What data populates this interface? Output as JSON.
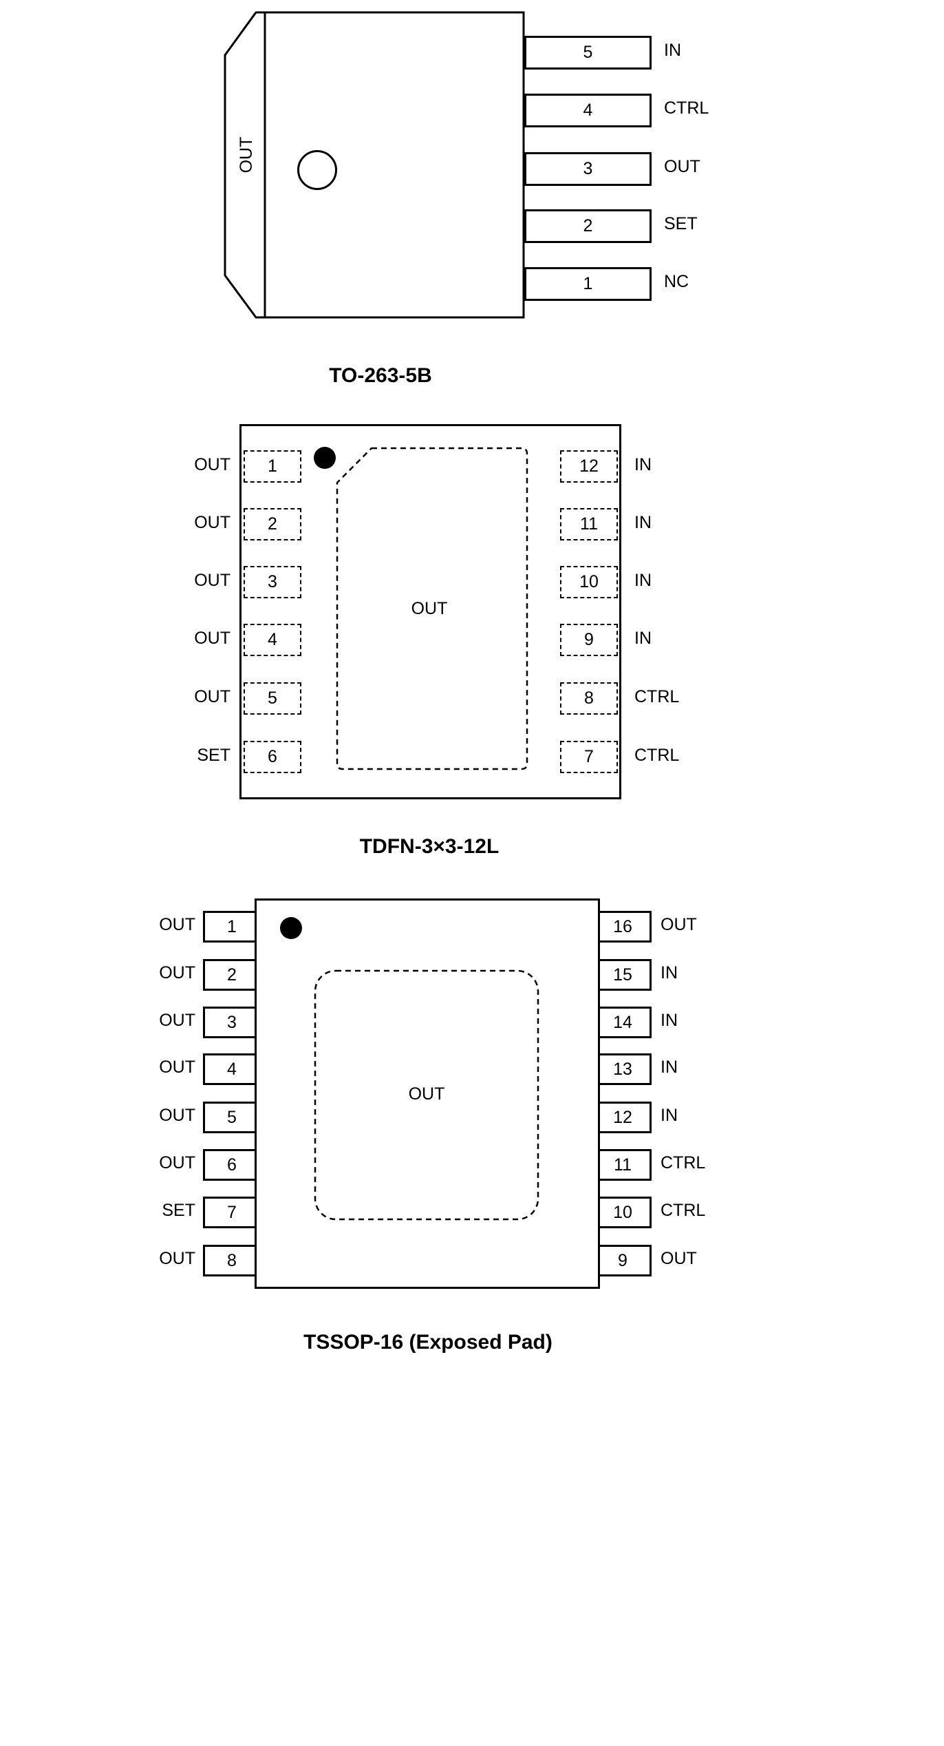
{
  "colors": {
    "background": "#ffffff",
    "ink": "#000000"
  },
  "packages": [
    {
      "caption": "TO-263-5B",
      "tab_label": "OUT",
      "pins_right": [
        {
          "number": "5",
          "label": "IN"
        },
        {
          "number": "4",
          "label": "CTRL"
        },
        {
          "number": "3",
          "label": "OUT"
        },
        {
          "number": "2",
          "label": "SET"
        },
        {
          "number": "1",
          "label": "NC"
        }
      ]
    },
    {
      "caption": "TDFN-3×3-12L",
      "pad_label": "OUT",
      "pins_left": [
        {
          "number": "1",
          "label": "OUT"
        },
        {
          "number": "2",
          "label": "OUT"
        },
        {
          "number": "3",
          "label": "OUT"
        },
        {
          "number": "4",
          "label": "OUT"
        },
        {
          "number": "5",
          "label": "OUT"
        },
        {
          "number": "6",
          "label": "SET"
        }
      ],
      "pins_right": [
        {
          "number": "12",
          "label": "IN"
        },
        {
          "number": "11",
          "label": "IN"
        },
        {
          "number": "10",
          "label": "IN"
        },
        {
          "number": "9",
          "label": "IN"
        },
        {
          "number": "8",
          "label": "CTRL"
        },
        {
          "number": "7",
          "label": "CTRL"
        }
      ]
    },
    {
      "caption": "TSSOP-16 (Exposed Pad)",
      "pad_label": "OUT",
      "pins_left": [
        {
          "number": "1",
          "label": "OUT"
        },
        {
          "number": "2",
          "label": "OUT"
        },
        {
          "number": "3",
          "label": "OUT"
        },
        {
          "number": "4",
          "label": "OUT"
        },
        {
          "number": "5",
          "label": "OUT"
        },
        {
          "number": "6",
          "label": "OUT"
        },
        {
          "number": "7",
          "label": "SET"
        },
        {
          "number": "8",
          "label": "OUT"
        }
      ],
      "pins_right": [
        {
          "number": "16",
          "label": "OUT"
        },
        {
          "number": "15",
          "label": "IN"
        },
        {
          "number": "14",
          "label": "IN"
        },
        {
          "number": "13",
          "label": "IN"
        },
        {
          "number": "12",
          "label": "IN"
        },
        {
          "number": "11",
          "label": "CTRL"
        },
        {
          "number": "10",
          "label": "CTRL"
        },
        {
          "number": "9",
          "label": "OUT"
        }
      ]
    }
  ]
}
